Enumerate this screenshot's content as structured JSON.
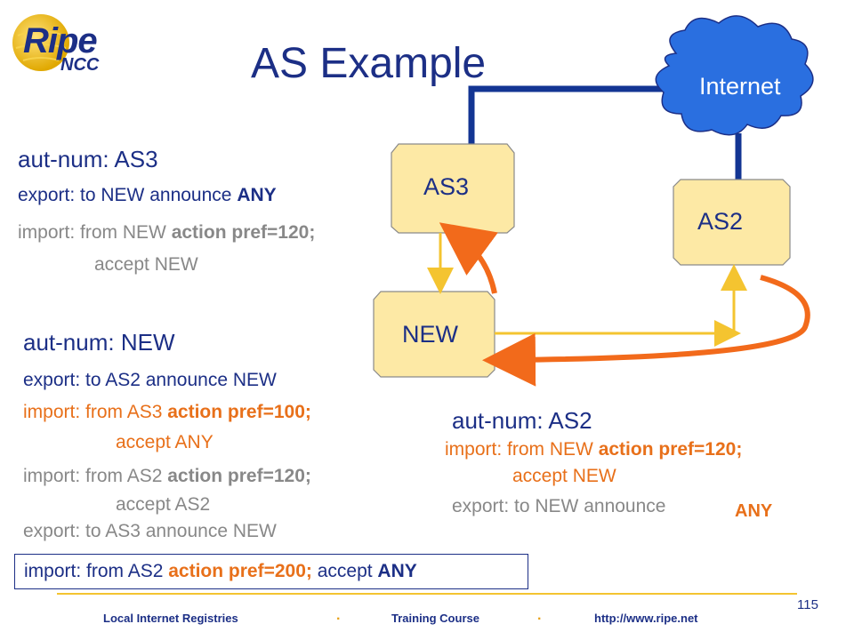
{
  "logo": {
    "ripe": "Ripe",
    "ncc": "NCC"
  },
  "title": "AS Example",
  "diagram": {
    "nodes": {
      "internet": "Internet",
      "as3": "AS3",
      "as2": "AS2",
      "new": "NEW"
    },
    "colors": {
      "cloud": "#2a6fe0",
      "link": "#133593",
      "announce": "#f4c430",
      "preference": "#f26a1b",
      "box": "#fde9a5"
    }
  },
  "as3_policy": {
    "heading": "aut-num: AS3",
    "export_prefix": "export: to NEW announce ",
    "export_value": "ANY",
    "import_prefix": "import: from NEW ",
    "import_action": "action pref=120;",
    "import_accept": "accept NEW"
  },
  "new_policy": {
    "heading": "aut-num: NEW",
    "export1": "export: to AS2 announce NEW",
    "import1_prefix": "import: from AS3 ",
    "import1_action": "action pref=100;",
    "import1_accept": "accept ANY",
    "import2_prefix": "import: from AS2 ",
    "import2_action": "action pref=120;",
    "import2_accept": "accept AS2",
    "export2": "export: to AS3 announce NEW"
  },
  "boxed_policy": {
    "prefix": "import: from AS2 ",
    "action": "action pref=200;",
    "middle": " accept ",
    "value": "ANY"
  },
  "as2_policy": {
    "heading": "aut-num: AS2",
    "import_prefix": "import: from NEW ",
    "import_action": "action pref=120;",
    "import_accept": "accept NEW",
    "export_text": "export: to NEW announce",
    "export_value": "ANY"
  },
  "footer": {
    "left": "Local Internet Registries",
    "middle": "Training Course",
    "right": "http://www.ripe.net",
    "dot": ".",
    "page": "115"
  }
}
